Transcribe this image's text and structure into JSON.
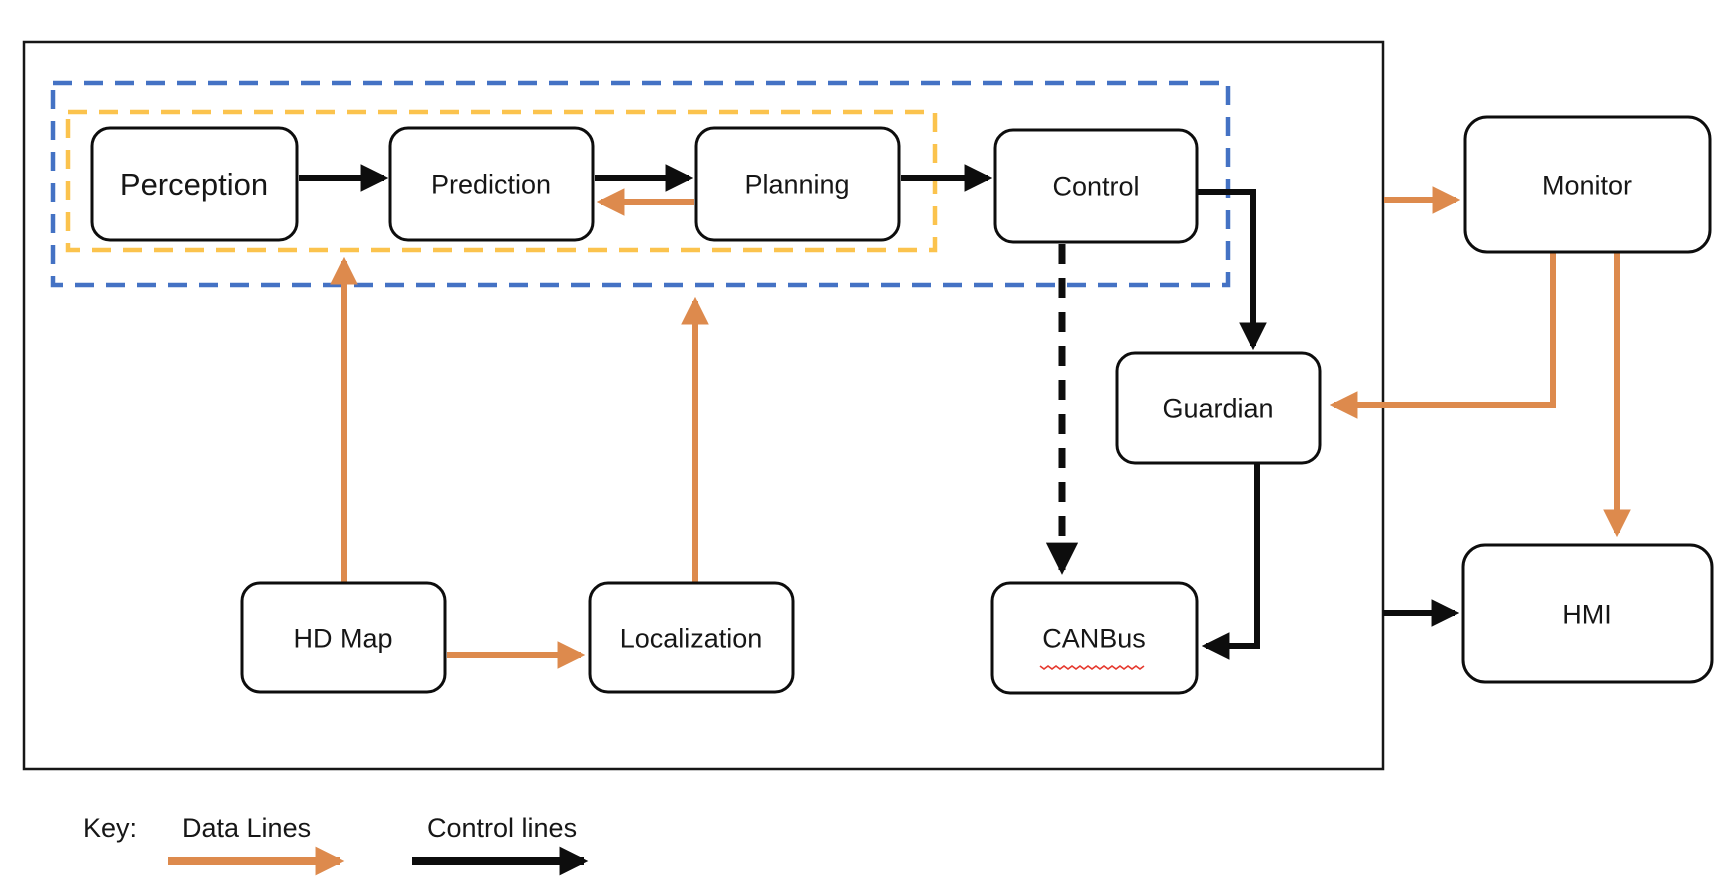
{
  "diagram": {
    "description": "Autonomous driving software architecture block diagram",
    "colors": {
      "data_line": "#DD8A4D",
      "control_line": "#0D0D0D",
      "outer_group_dash": "#4472C4",
      "inner_group_dash": "#FBC34D",
      "box_border": "#0D0D0D",
      "background": "#FFFFFF",
      "spellcheck_underline": "#E5392E"
    },
    "nodes": {
      "perception": {
        "label": "Perception"
      },
      "prediction": {
        "label": "Prediction"
      },
      "planning": {
        "label": "Planning"
      },
      "control": {
        "label": "Control"
      },
      "monitor": {
        "label": "Monitor"
      },
      "guardian": {
        "label": "Guardian"
      },
      "hd_map": {
        "label": "HD Map"
      },
      "localization": {
        "label": "Localization"
      },
      "canbus": {
        "label": "CANBus"
      },
      "hmi": {
        "label": "HMI"
      }
    },
    "edges": [
      {
        "from": "Perception",
        "to": "Prediction",
        "type": "control"
      },
      {
        "from": "Prediction",
        "to": "Planning",
        "type": "control"
      },
      {
        "from": "Planning",
        "to": "Control",
        "type": "control"
      },
      {
        "from": "Planning",
        "to": "Prediction",
        "type": "data"
      },
      {
        "from": "HD Map",
        "to": "Perception/Prediction/Planning group",
        "type": "data"
      },
      {
        "from": "HD Map",
        "to": "Localization",
        "type": "data"
      },
      {
        "from": "Localization",
        "to": "Autonomy group",
        "type": "data"
      },
      {
        "from": "Control",
        "to": "Guardian",
        "type": "control"
      },
      {
        "from": "Control",
        "to": "CANBus",
        "type": "control-dashed"
      },
      {
        "from": "Guardian",
        "to": "CANBus",
        "type": "control"
      },
      {
        "from": "Vehicle box",
        "to": "Monitor",
        "type": "data"
      },
      {
        "from": "Monitor",
        "to": "Guardian",
        "type": "data"
      },
      {
        "from": "Monitor",
        "to": "HMI",
        "type": "data"
      },
      {
        "from": "Vehicle box",
        "to": "HMI",
        "type": "control"
      }
    ],
    "key": {
      "title": "Key:",
      "data_lines_label": "Data Lines",
      "control_lines_label": "Control lines"
    }
  }
}
